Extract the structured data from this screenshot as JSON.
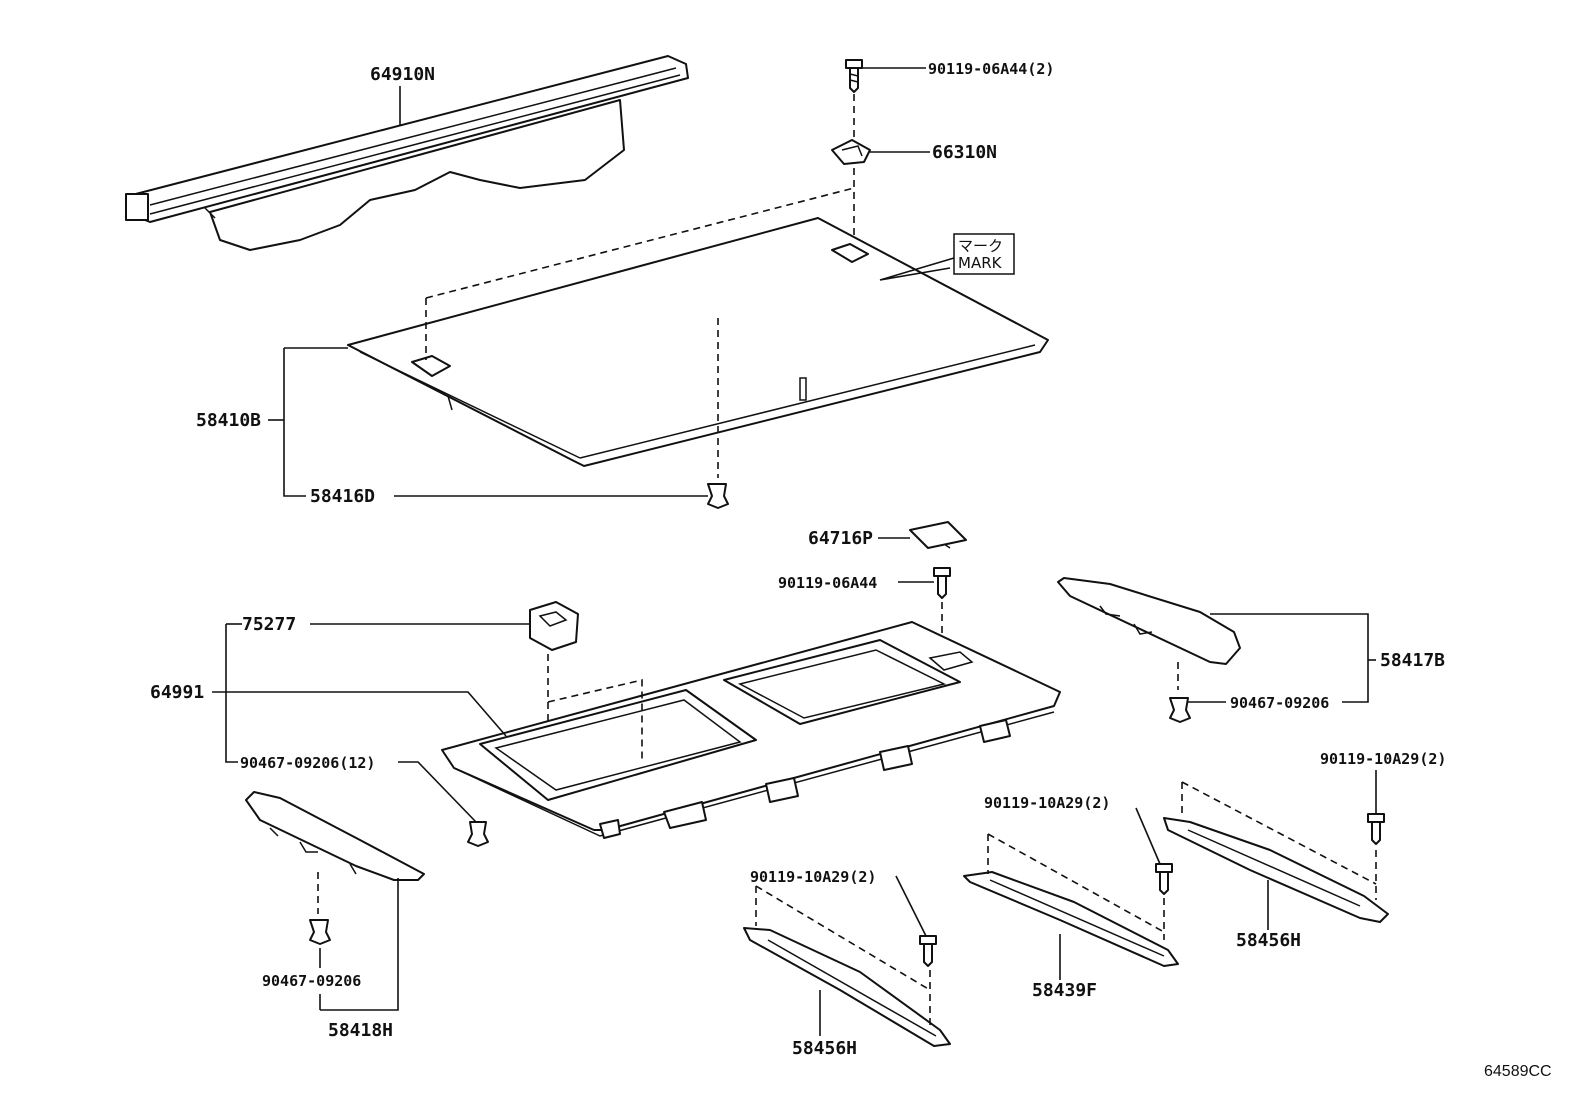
{
  "labels": {
    "p64910N": "64910N",
    "p90119_06A44_2": "90119-06A44(2)",
    "p66310N": "66310N",
    "mark_jp": "マーク",
    "mark_en": "MARK",
    "p58410B": "58410B",
    "p58416D": "58416D",
    "p64716P": "64716P",
    "p90119_06A44": "90119-06A44",
    "p75277": "75277",
    "p64991": "64991",
    "p90467_09206_12": "90467-09206(12)",
    "p58417B": "58417B",
    "p90467_09206_right": "90467-09206",
    "p90119_10A29_2_right": "90119-10A29(2)",
    "p90119_10A29_2_mid": "90119-10A29(2)",
    "p90119_10A29_2_left": "90119-10A29(2)",
    "p90467_09206_left": "90467-09206",
    "p58418H": "58418H",
    "p58456H_right": "58456H",
    "p58439F": "58439F",
    "p58456H_bottom": "58456H"
  },
  "diagram_code": "64589CC"
}
